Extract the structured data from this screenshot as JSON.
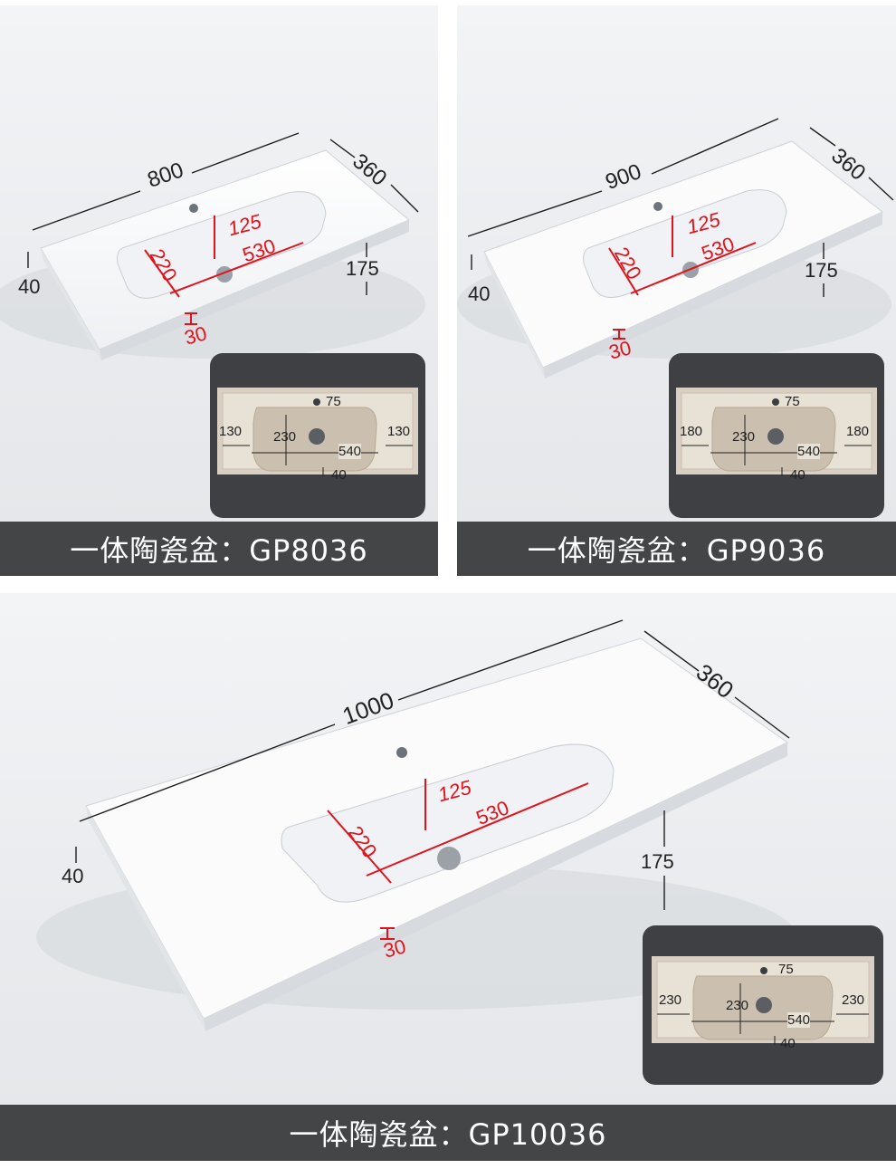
{
  "panels": [
    {
      "caption": "一体陶瓷盆：GP8036",
      "dims": {
        "length": "800",
        "depth": "360",
        "thickness": "40",
        "height": "175",
        "bowl_depth": "125",
        "bowl_width": "530",
        "bowl_front": "220",
        "edge": "30"
      },
      "inset": {
        "top": "75",
        "left": "130",
        "right": "130",
        "depth": "230",
        "width": "540",
        "bottom": "40"
      }
    },
    {
      "caption": "一体陶瓷盆：GP9036",
      "dims": {
        "length": "900",
        "depth": "360",
        "thickness": "40",
        "height": "175",
        "bowl_depth": "125",
        "bowl_width": "530",
        "bowl_front": "220",
        "edge": "30"
      },
      "inset": {
        "top": "75",
        "left": "180",
        "right": "180",
        "depth": "230",
        "width": "540",
        "bottom": "40"
      }
    },
    {
      "caption": "一体陶瓷盆：GP10036",
      "dims": {
        "length": "1000",
        "depth": "360",
        "thickness": "40",
        "height": "175",
        "bowl_depth": "125",
        "bowl_width": "530",
        "bowl_front": "220",
        "edge": "30"
      },
      "inset": {
        "top": "75",
        "left": "230",
        "right": "230",
        "depth": "230",
        "width": "540",
        "bottom": "40"
      }
    }
  ],
  "colors": {
    "caption_bg": "#444547",
    "dimension_red": "#e0121b",
    "dimension_black": "#1e1e1e",
    "inset_bg": "#3f4043",
    "inset_tray": "#d9cfc2"
  }
}
